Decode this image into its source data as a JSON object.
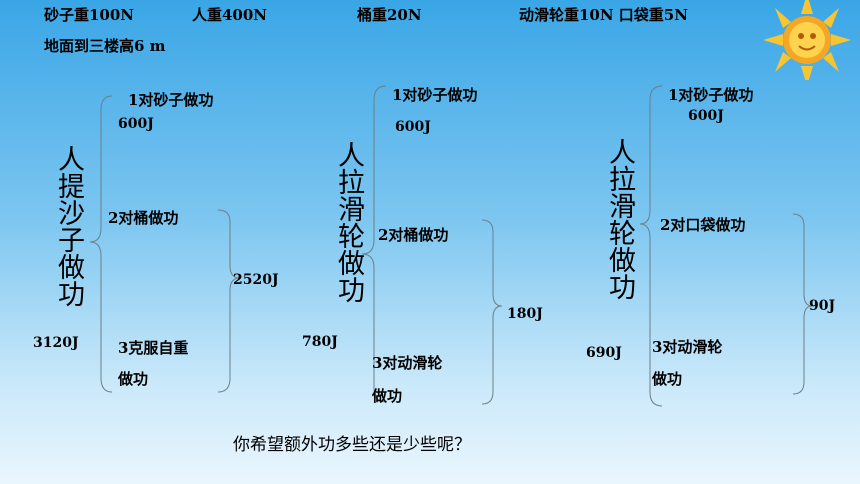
{
  "header": {
    "sand_weight": "砂子重100N",
    "person_weight": "人重400N",
    "bucket_weight": "桶重20N",
    "pulley_and_bag": "动滑轮重10N  口袋重5N",
    "height": "地面到三楼高6 m"
  },
  "group1": {
    "title": "人提沙子做功",
    "item1": "1对砂子做功",
    "item1_value": "600J",
    "item2": "2对桶做功",
    "item3_line1": "3克服自重",
    "item3_line2": "做功",
    "extra_total": "2520J",
    "total": "3120J"
  },
  "group2": {
    "title": "人拉滑轮做功",
    "item1": "1对砂子做功",
    "item1_value": "600J",
    "item2": "2对桶做功",
    "item3_line1": "3对动滑轮",
    "item3_line2": "做功",
    "extra_total": "180J",
    "total": "780J"
  },
  "group3": {
    "title": "人拉滑轮做功",
    "item1": "1对砂子做功",
    "item1_value": "600J",
    "item2": "2对口袋做功",
    "item3_line1": "3对动滑轮",
    "item3_line2": "做功",
    "extra_total": "90J",
    "total": "690J"
  },
  "question": "你希望额外功多些还是少些呢？",
  "colors": {
    "sun_core": "#f5a623",
    "sun_rays": "#f7c531"
  },
  "icons": [
    "sun-icon"
  ]
}
